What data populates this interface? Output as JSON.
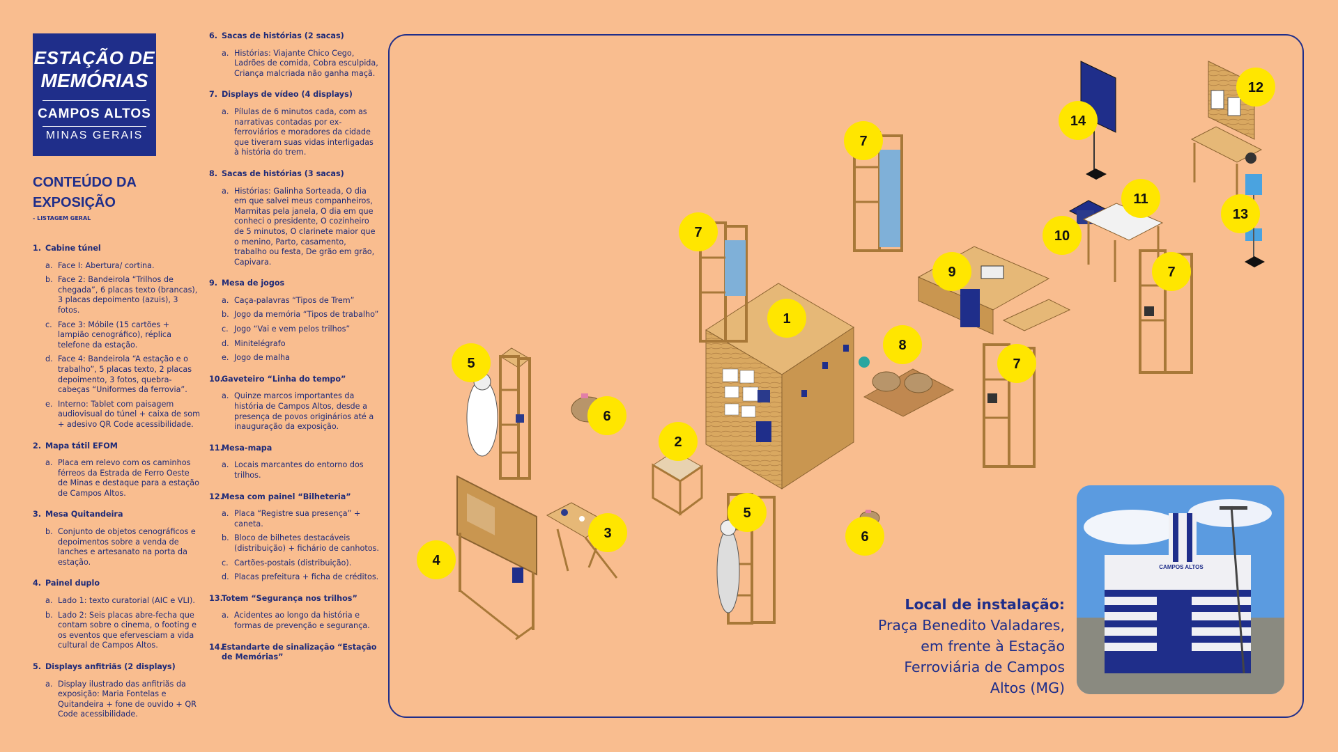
{
  "logo": {
    "line1": "ESTAÇÃO DE",
    "line2": "MEMÓRIAS",
    "line3": "CAMPOS ALTOS",
    "line4": "MINAS GERAIS"
  },
  "heading": "CONTEÚDO DA EXPOSIÇÃO",
  "subheading": "- LISTAGEM GERAL",
  "sections_col1": [
    {
      "num": "1.",
      "title": "Cabine túnel",
      "items": [
        {
          "mk": "a.",
          "text": "Face I: Abertura/ cortina."
        },
        {
          "mk": "b.",
          "text": "Face 2: Bandeirola “Trilhos de chegada”, 6 placas texto (brancas), 3 placas depoimento (azuis), 3 fotos."
        },
        {
          "mk": "c.",
          "text": "Face 3: Móbile (15 cartões + lampião cenográfico), réplica telefone da estação."
        },
        {
          "mk": "d.",
          "text": "Face 4: Bandeirola “A estação e o trabalho”, 5 placas texto, 2 placas depoimento, 3 fotos, quebra-cabeças “Uniformes da ferrovia”."
        },
        {
          "mk": "e.",
          "text": "Interno: Tablet com paisagem audiovisual do túnel + caixa de som + adesivo QR Code acessibilidade."
        }
      ]
    },
    {
      "num": "2.",
      "title": "Mapa tátil EFOM",
      "items": [
        {
          "mk": "a.",
          "text": "Placa em relevo com os caminhos férreos da Estrada de Ferro Oeste de Minas e destaque para a estação de Campos Altos."
        }
      ]
    },
    {
      "num": "3.",
      "title": "Mesa Quitandeira",
      "items": [
        {
          "mk": "b.",
          "text": "Conjunto de objetos cenográficos e depoimentos sobre a venda de lanches e artesanato na porta da estação."
        }
      ]
    },
    {
      "num": "4.",
      "title": "Painel duplo",
      "items": [
        {
          "mk": "a.",
          "text": "Lado 1: texto curatorial (AIC e VLI)."
        },
        {
          "mk": "b.",
          "text": "Lado 2: Seis placas abre-fecha que contam sobre o cinema, o footing e os eventos que efervesciam a vida cultural de Campos Altos."
        }
      ]
    },
    {
      "num": "5.",
      "title": "Displays anfitriãs (2 displays)",
      "items": [
        {
          "mk": "a.",
          "text": "Display ilustrado das anfitriãs da exposição: Maria Fontelas e Quitandeira + fone de ouvido + QR Code acessibilidade."
        }
      ]
    }
  ],
  "sections_col2": [
    {
      "num": "6.",
      "title": "Sacas de histórias (2 sacas)",
      "items": [
        {
          "mk": "a.",
          "text": "Histórias: Viajante Chico Cego, Ladrões de comida, Cobra esculpida, Criança malcriada não ganha maçã."
        }
      ]
    },
    {
      "num": "7.",
      "title": "Displays de vídeo (4 displays)",
      "items": [
        {
          "mk": "a.",
          "text": "Pílulas de 6 minutos cada, com as narrativas contadas por ex-ferroviários e moradores da cidade que tiveram suas vidas interligadas à história do trem."
        }
      ]
    },
    {
      "num": "8.",
      "title": "Sacas de histórias (3 sacas)",
      "items": [
        {
          "mk": "a.",
          "text": "Histórias: Galinha Sorteada, O dia em que salvei meus companheiros, Marmitas pela janela, O dia em que conheci o presidente, O cozinheiro de 5 minutos, O clarinete maior que o menino, Parto, casamento, trabalho ou festa, De grão em grão, Capivara."
        }
      ]
    },
    {
      "num": "9.",
      "title": "Mesa de jogos",
      "items": [
        {
          "mk": "a.",
          "text": "Caça-palavras “Tipos de Trem”"
        },
        {
          "mk": "b.",
          "text": "Jogo da memória “Tipos de trabalho”"
        },
        {
          "mk": "c.",
          "text": "Jogo “Vai e vem pelos trilhos”"
        },
        {
          "mk": "d.",
          "text": "Minitelégrafo"
        },
        {
          "mk": "e.",
          "text": "Jogo de malha"
        }
      ]
    },
    {
      "num": "10.",
      "title": "Gaveteiro “Linha do tempo”",
      "items": [
        {
          "mk": "a.",
          "text": "Quinze marcos importantes da história de Campos Altos, desde a presença de povos originários até a inauguração da exposição."
        }
      ]
    },
    {
      "num": "11.",
      "title": "Mesa-mapa",
      "items": [
        {
          "mk": "a.",
          "text": "Locais marcantes do entorno dos trilhos."
        }
      ]
    },
    {
      "num": "12.",
      "title": "Mesa com painel “Bilheteria”",
      "items": [
        {
          "mk": "a.",
          "text": "Placa “Registre sua presença” + caneta."
        },
        {
          "mk": "b.",
          "text": "Bloco de bilhetes destacáveis (distribuição) + fichário de canhotos."
        },
        {
          "mk": "c.",
          "text": "Cartões-postais (distribuição)."
        },
        {
          "mk": "d.",
          "text": "Placas prefeitura + ficha de créditos."
        }
      ]
    },
    {
      "num": "13.",
      "title": "Totem “Segurança nos trilhos”",
      "items": [
        {
          "mk": "a.",
          "text": "Acidentes ao longo da história e formas de prevenção e segurança."
        }
      ]
    },
    {
      "num": "14.",
      "title": "Estandarte de sinalização “Estação de Memórias”",
      "items": []
    }
  ],
  "markers": [
    "1",
    "2",
    "3",
    "4",
    "5",
    "5",
    "6",
    "6",
    "7",
    "7",
    "7",
    "7",
    "8",
    "9",
    "10",
    "11",
    "12",
    "13",
    "14"
  ],
  "location": {
    "title": "Local de instalação:",
    "text": "Praça Benedito Valadares, em frente à Estação Ferroviária de Campos Altos (MG)"
  },
  "photo": {
    "sign": "CAMPOS ALTOS"
  },
  "colors": {
    "background": "#f9bd8f",
    "navy": "#1f2e8a",
    "marker": "#ffe600",
    "wood": "#d9a860"
  }
}
